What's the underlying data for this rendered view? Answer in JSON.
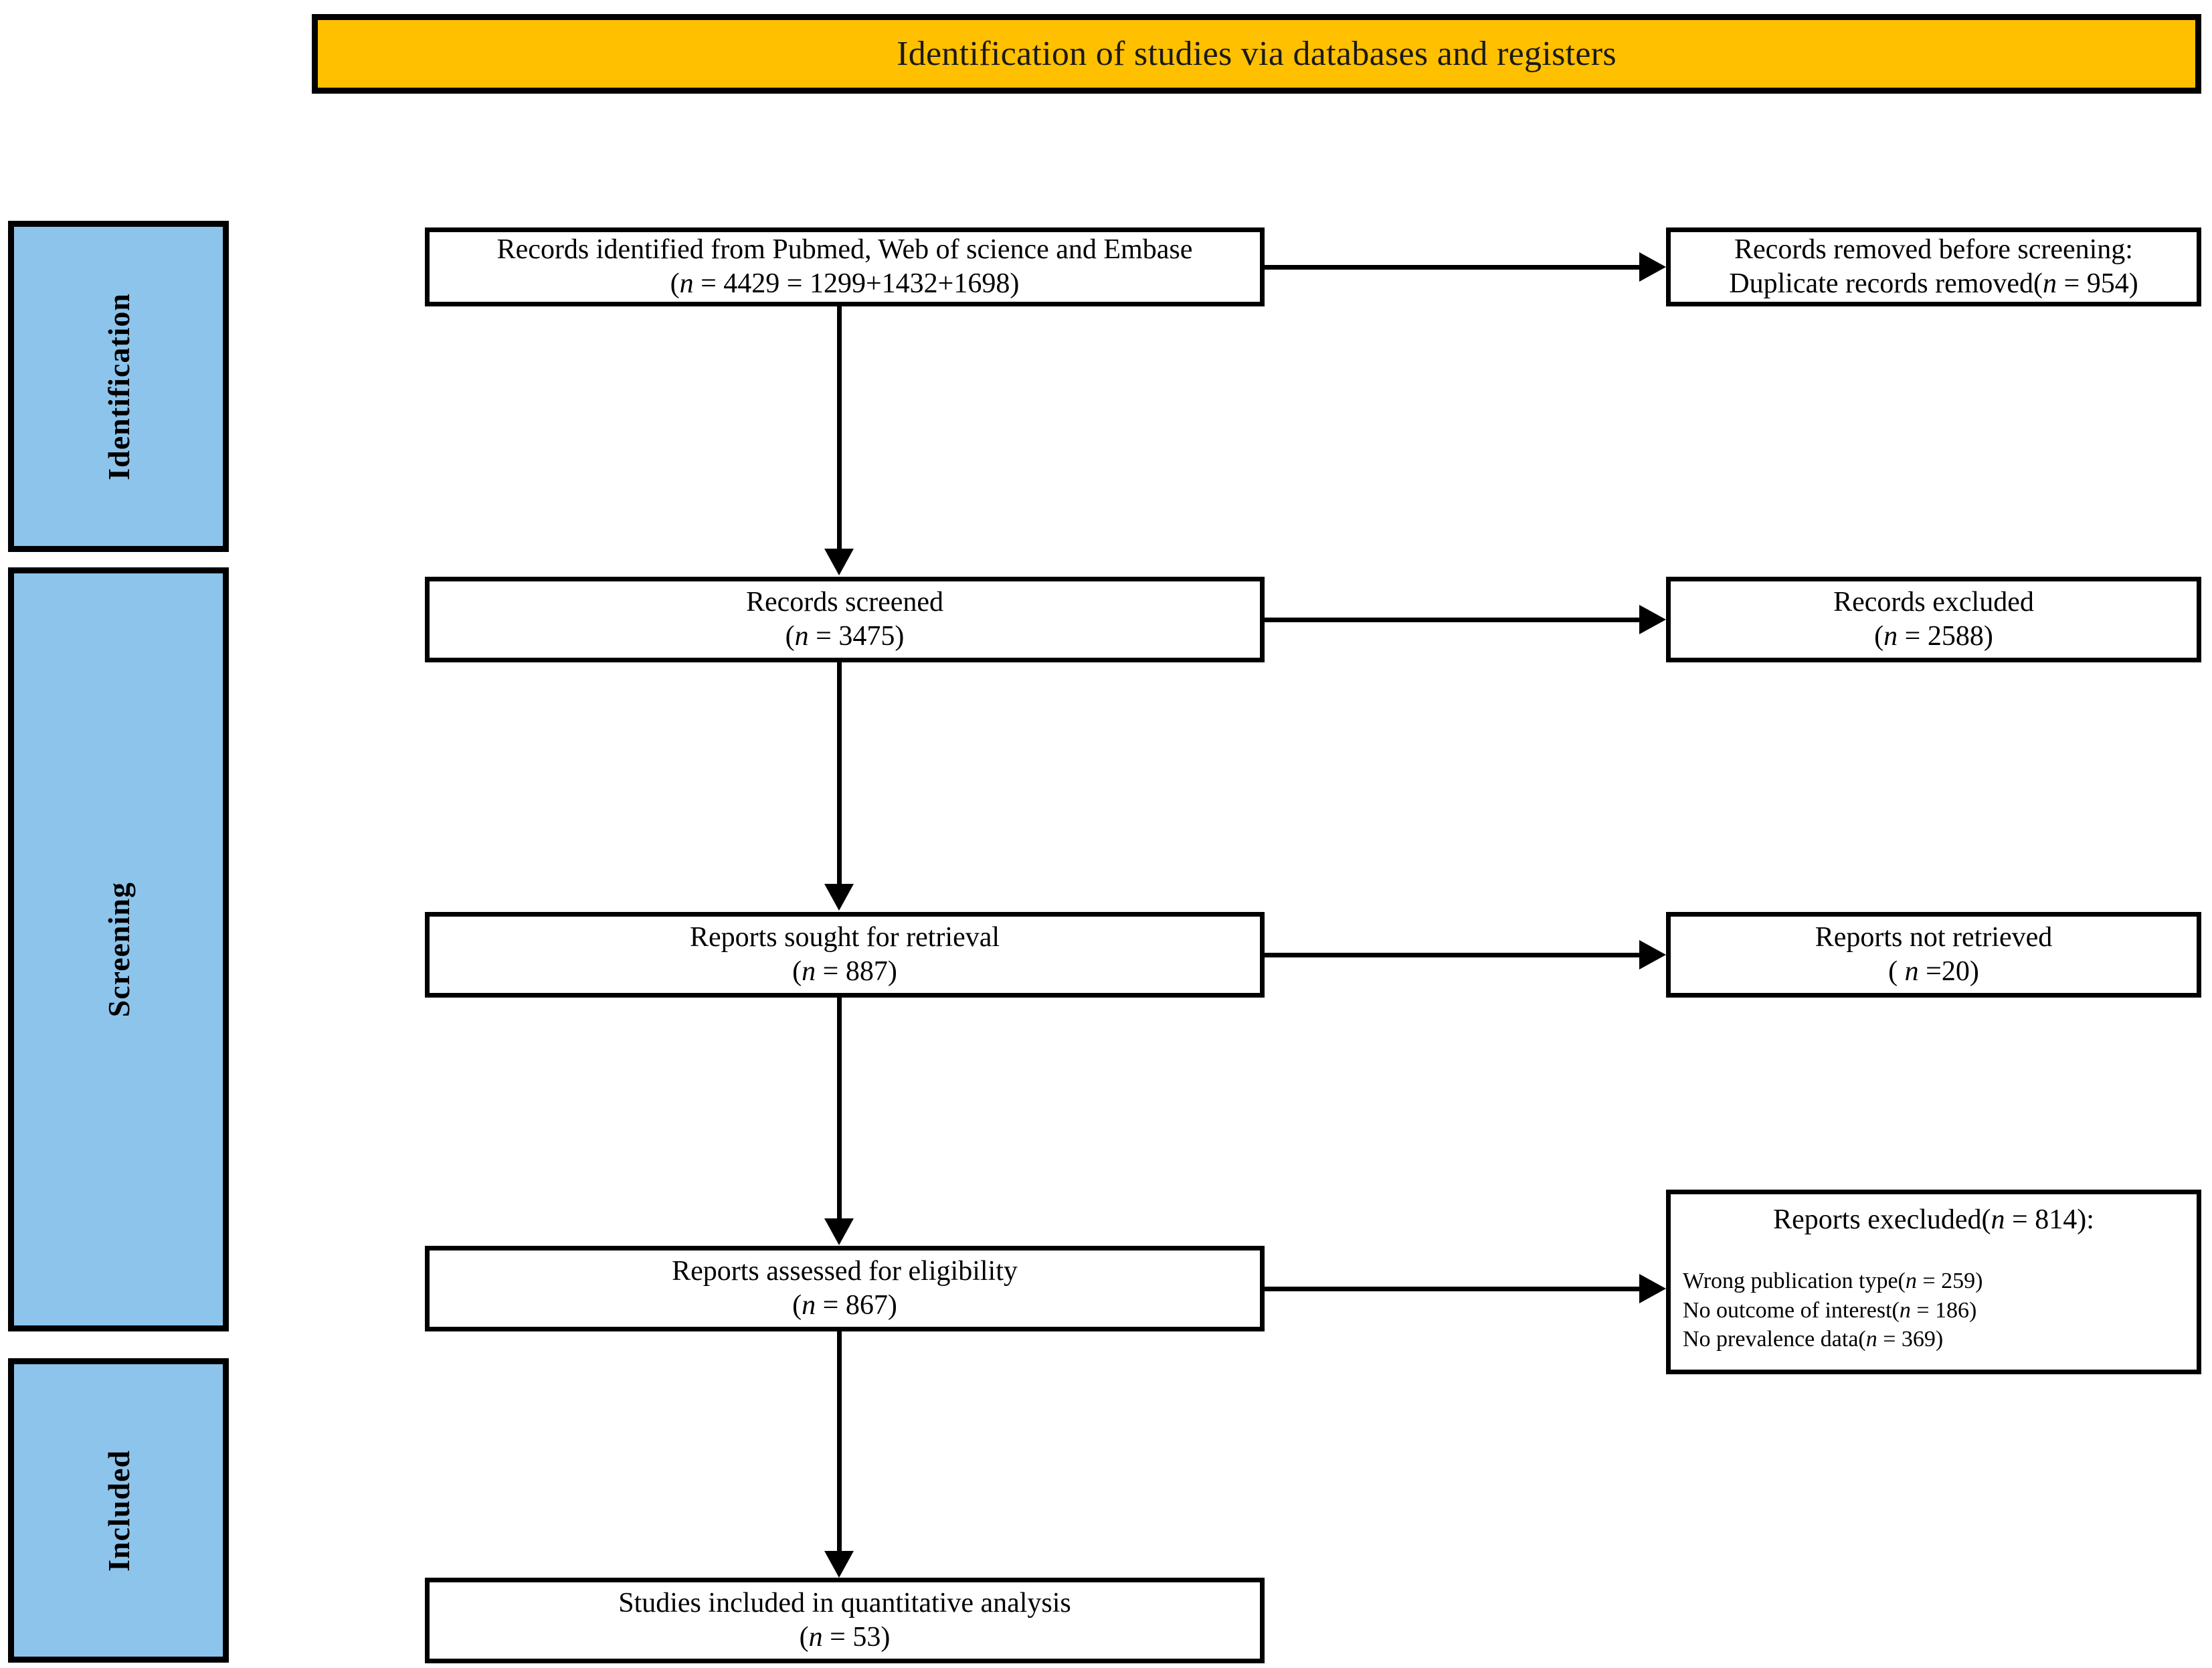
{
  "diagram": {
    "type": "prisma-flow-diagram",
    "title": "Identification of studies via databases and registers",
    "colors": {
      "banner_fill": "#FFC000",
      "stage_fill": "#8DC4EC",
      "box_fill": "#FFFFFF",
      "stroke": "#000000"
    },
    "stages": [
      {
        "id": "identification",
        "label": "Identification"
      },
      {
        "id": "screening",
        "label": "Screening"
      },
      {
        "id": "included",
        "label": "Included"
      }
    ],
    "boxes": {
      "identified": {
        "line1": "Records identified from Pubmed, Web of science and Embase",
        "line2_pre": "(",
        "line2_n": "n",
        "line2_post": " = 4429 = 1299+1432+1698)"
      },
      "removed": {
        "line1": "Records removed before screening:",
        "line2_pre": "Duplicate records removed(",
        "line2_n": "n",
        "line2_post": " = 954)"
      },
      "screened": {
        "line1": "Records screened",
        "line2_pre": "(",
        "line2_n": "n",
        "line2_post": " = 3475)"
      },
      "excluded": {
        "line1": "Records excluded",
        "line2_pre": "(",
        "line2_n": "n",
        "line2_post": " = 2588)"
      },
      "sought": {
        "line1": "Reports sought for retrieval",
        "line2_pre": "(",
        "line2_n": "n",
        "line2_post": " = 887)"
      },
      "not_retrieved": {
        "line1": "Reports not retrieved",
        "line2_pre": "( ",
        "line2_n": "n",
        "line2_post": " =20)"
      },
      "assessed": {
        "line1": "Reports assessed for eligibility",
        "line2_pre": "(",
        "line2_n": "n",
        "line2_post": " = 867)"
      },
      "reports_excluded": {
        "heading_pre": "Reports execluded(",
        "heading_n": "n",
        "heading_post": " = 814):",
        "reasons": [
          {
            "pre": "Wrong publication type(",
            "n": "n",
            "post": " = 259)"
          },
          {
            "pre": "No outcome of interest(",
            "n": "n",
            "post": " = 186)"
          },
          {
            "pre": "No prevalence data(",
            "n": "n",
            "post": " = 369)"
          }
        ]
      },
      "included": {
        "line1": "Studies included in quantitative analysis",
        "line2_pre": "(",
        "line2_n": "n",
        "line2_post": " = 53)"
      }
    },
    "counts": {
      "records_identified_total": 4429,
      "records_identified_pubmed": 1299,
      "records_identified_web_of_science": 1432,
      "records_identified_embase": 1698,
      "duplicates_removed": 954,
      "records_screened": 3475,
      "records_excluded": 2588,
      "reports_sought": 887,
      "reports_not_retrieved": 20,
      "reports_assessed": 867,
      "reports_excluded_total": 814,
      "excluded_wrong_publication_type": 259,
      "excluded_no_outcome_of_interest": 186,
      "excluded_no_prevalence_data": 369,
      "studies_included": 53
    }
  }
}
